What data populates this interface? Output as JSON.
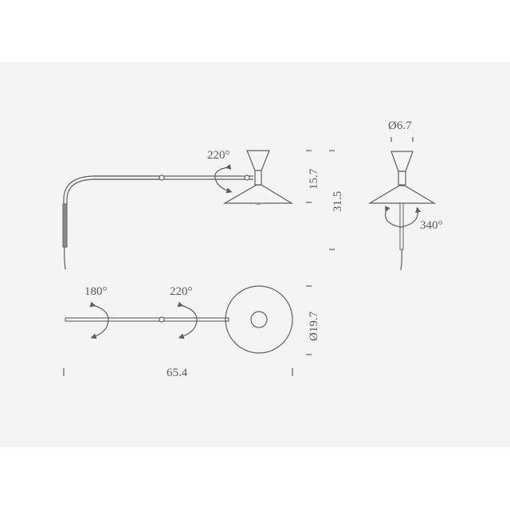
{
  "diagram": {
    "title": "Wall lamp dimension drawing",
    "views": {
      "side": {
        "rotation_shade": "220°",
        "height_shade": "15.7",
        "height_total": "31.5"
      },
      "front": {
        "shade_top_diameter": "Ø6.7",
        "rotation_stem": "340°"
      },
      "top": {
        "rotation_wall": "180°",
        "rotation_joint": "220°",
        "shade_diameter": "Ø19.7",
        "arm_length": "65.4"
      }
    },
    "colors": {
      "panel": "#f4f4f4",
      "line": "#5f5f5f",
      "text": "#5a5a5a"
    }
  }
}
